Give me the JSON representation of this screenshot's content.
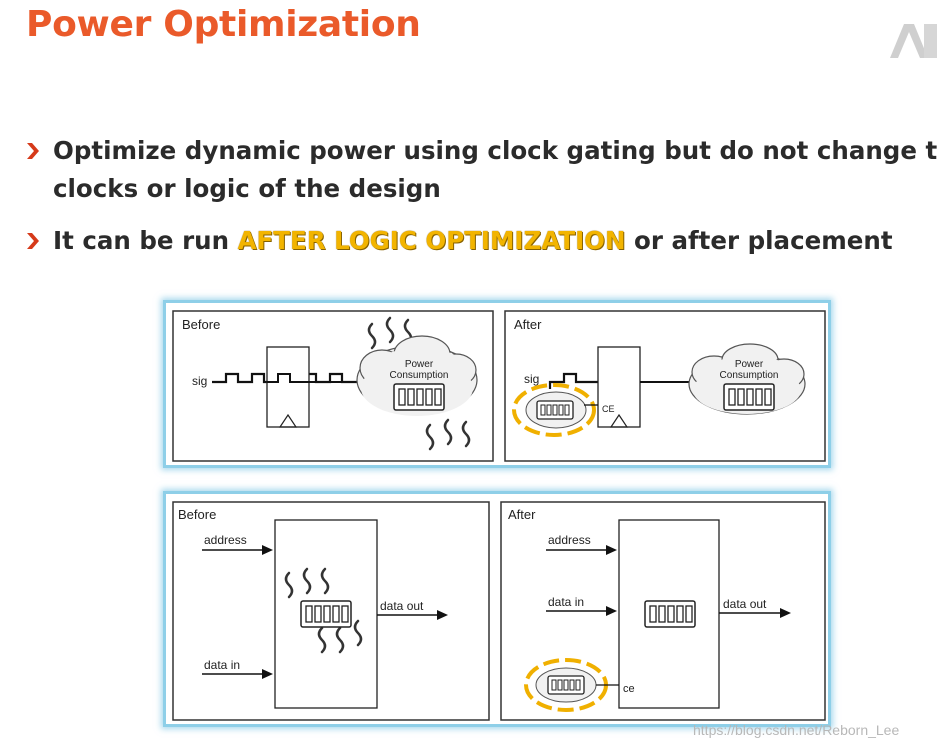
{
  "slide": {
    "title": "Power Optimization",
    "bullets": [
      {
        "line1": "Optimize dynamic power using clock gating but do not change the",
        "line2": "clocks or logic of the design"
      },
      {
        "before": "It can be run ",
        "highlight": "AFTER LOGIC OPTIMIZATION",
        "after": " or after placement"
      }
    ],
    "colors": {
      "title": "#ea5a2a",
      "bullet_marker": "#d63a1a",
      "highlight": "#f2b400",
      "frame": "#8ecfe8",
      "gate_ring": "#f0b000"
    }
  },
  "top_diagram": {
    "before": {
      "label": "Before",
      "signal": "sig",
      "cloud_line1": "Power",
      "cloud_line2": "Consumption"
    },
    "after": {
      "label": "After",
      "signal": "sig",
      "enable": "CE",
      "cloud_line1": "Power",
      "cloud_line2": "Consumption"
    }
  },
  "bottom_diagram": {
    "before": {
      "label": "Before",
      "address": "address",
      "data_in": "data in",
      "data_out": "data out"
    },
    "after": {
      "label": "After",
      "address": "address",
      "data_in": "data in",
      "data_out": "data out",
      "enable": "ce"
    }
  },
  "watermark": "https://blog.csdn.net/Reborn_Lee"
}
